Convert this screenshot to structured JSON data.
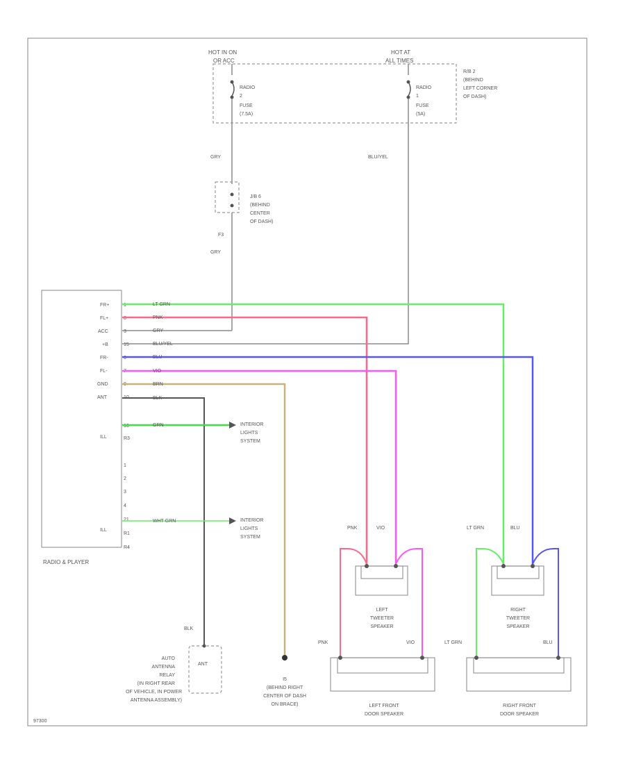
{
  "fuse_block": {
    "left_header": "HOT IN ON",
    "left_header2": "OR ACC",
    "right_header": "HOT AT",
    "right_header2": "ALL TIMES",
    "left_fuse": [
      "RADIO",
      "2",
      "FUSE",
      "(7.5A)"
    ],
    "right_fuse": [
      "RADIO",
      "1",
      "FUSE",
      "(5A)"
    ],
    "location": [
      "R/B 2",
      "(BEHIND",
      "LEFT CORNER",
      "OF DASH)"
    ]
  },
  "junction": {
    "label": [
      "J/B 6",
      "(BEHIND",
      "CENTER",
      "OF DASH)"
    ],
    "pin": "F3"
  },
  "wire_colors": {
    "gry": "GRY",
    "blu_yel": "BLU/YEL",
    "gry2": "GRY"
  },
  "radio": {
    "name": "RADIO & PLAYER",
    "pins": [
      "FR+",
      "FL+",
      "ACC",
      "+B",
      "FR-",
      "FL-",
      "GND",
      "ANT",
      "ILL",
      "",
      "",
      "",
      "",
      "",
      "ILL",
      "",
      ""
    ],
    "pin_numbers": [
      "1",
      "8",
      "3",
      "15",
      "6",
      "7",
      "9",
      "10",
      "16",
      "R3",
      "1",
      "2",
      "3",
      "4",
      "21",
      "R1",
      "R4"
    ],
    "wires": [
      "LT GRN",
      "PNK",
      "GRY",
      "BLU/YEL",
      "BLU",
      "VIO",
      "BRN",
      "BLK",
      "GRN",
      "WHT GRN"
    ]
  },
  "systems": {
    "upper": [
      "INTERIOR",
      "LIGHTS",
      "SYSTEM"
    ],
    "lower": [
      "INTERIOR",
      "LIGHTS",
      "SYSTEM"
    ]
  },
  "antenna": {
    "wire": "BLK",
    "box_label": "ANT",
    "desc": [
      "AUTO",
      "ANTENNA",
      "RELAY",
      "(IN RIGHT REAR",
      "OF VEHICLE, IN POWER",
      "ANTENNA ASSEMBLY)"
    ]
  },
  "ground": {
    "label": [
      "I5",
      "(BEHIND RIGHT",
      "CENTER OF DASH",
      "ON BRACE)"
    ]
  },
  "left_tweeter": {
    "name": [
      "LEFT",
      "TWEETER",
      "SPEAKER"
    ],
    "wire_a": "PNK",
    "wire_b": "VIO"
  },
  "right_tweeter": {
    "name": [
      "RIGHT",
      "TWEETER",
      "SPEAKER"
    ],
    "wire_a": "LT GRN",
    "wire_b": "BLU"
  },
  "left_door": {
    "name": [
      "LEFT FRONT",
      "DOOR SPEAKER"
    ],
    "wire_a": "PNK",
    "wire_b": "VIO"
  },
  "right_door": {
    "name": [
      "RIGHT FRONT",
      "DOOR SPEAKER"
    ],
    "wire_a": "LT GRN",
    "wire_b": "BLU"
  },
  "colors": {
    "lt_grn": "#66ee66",
    "pnk": "#ff6688",
    "gry": "#8a8a8a",
    "blu": "#5555ff",
    "vio": "#ff55ff",
    "brn": "#c8b27a",
    "blk": "#555555",
    "grn": "#44dd44"
  },
  "footer_code": "97300"
}
